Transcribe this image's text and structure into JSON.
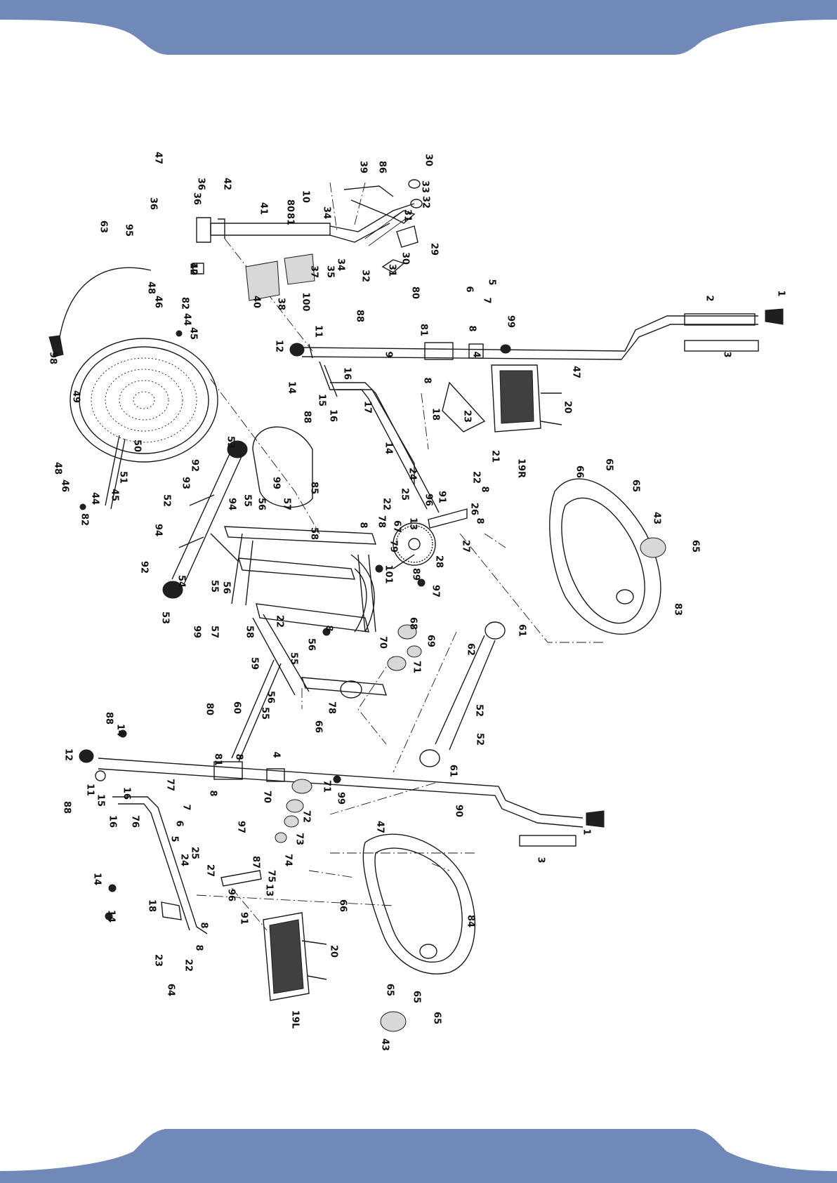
{
  "colors": {
    "band": "#7189b8",
    "line": "#1a1a1a",
    "background": "#ffffff"
  },
  "part_labels": [
    "1",
    "2",
    "3",
    "4",
    "5",
    "6",
    "7",
    "8",
    "9",
    "10",
    "11",
    "12",
    "13",
    "14",
    "15",
    "16",
    "17",
    "18",
    "19R",
    "19L",
    "20",
    "21",
    "22",
    "23",
    "24",
    "25",
    "26",
    "27",
    "28",
    "29",
    "30",
    "31",
    "32",
    "33",
    "34",
    "35",
    "36",
    "37",
    "38",
    "39",
    "40",
    "41",
    "42",
    "43",
    "44",
    "45",
    "46",
    "47",
    "48",
    "49",
    "50",
    "51",
    "52",
    "53",
    "54",
    "55",
    "56",
    "57",
    "58",
    "59",
    "60",
    "61",
    "62",
    "63",
    "64",
    "65",
    "66",
    "67",
    "68",
    "69",
    "70",
    "71",
    "72",
    "73",
    "74",
    "75",
    "76",
    "77",
    "78",
    "79",
    "80",
    "81",
    "82",
    "83",
    "84",
    "85",
    "86",
    "87",
    "88",
    "89",
    "90",
    "91",
    "92",
    "93",
    "94",
    "95",
    "96",
    "97",
    "98",
    "99",
    "100",
    "101"
  ]
}
